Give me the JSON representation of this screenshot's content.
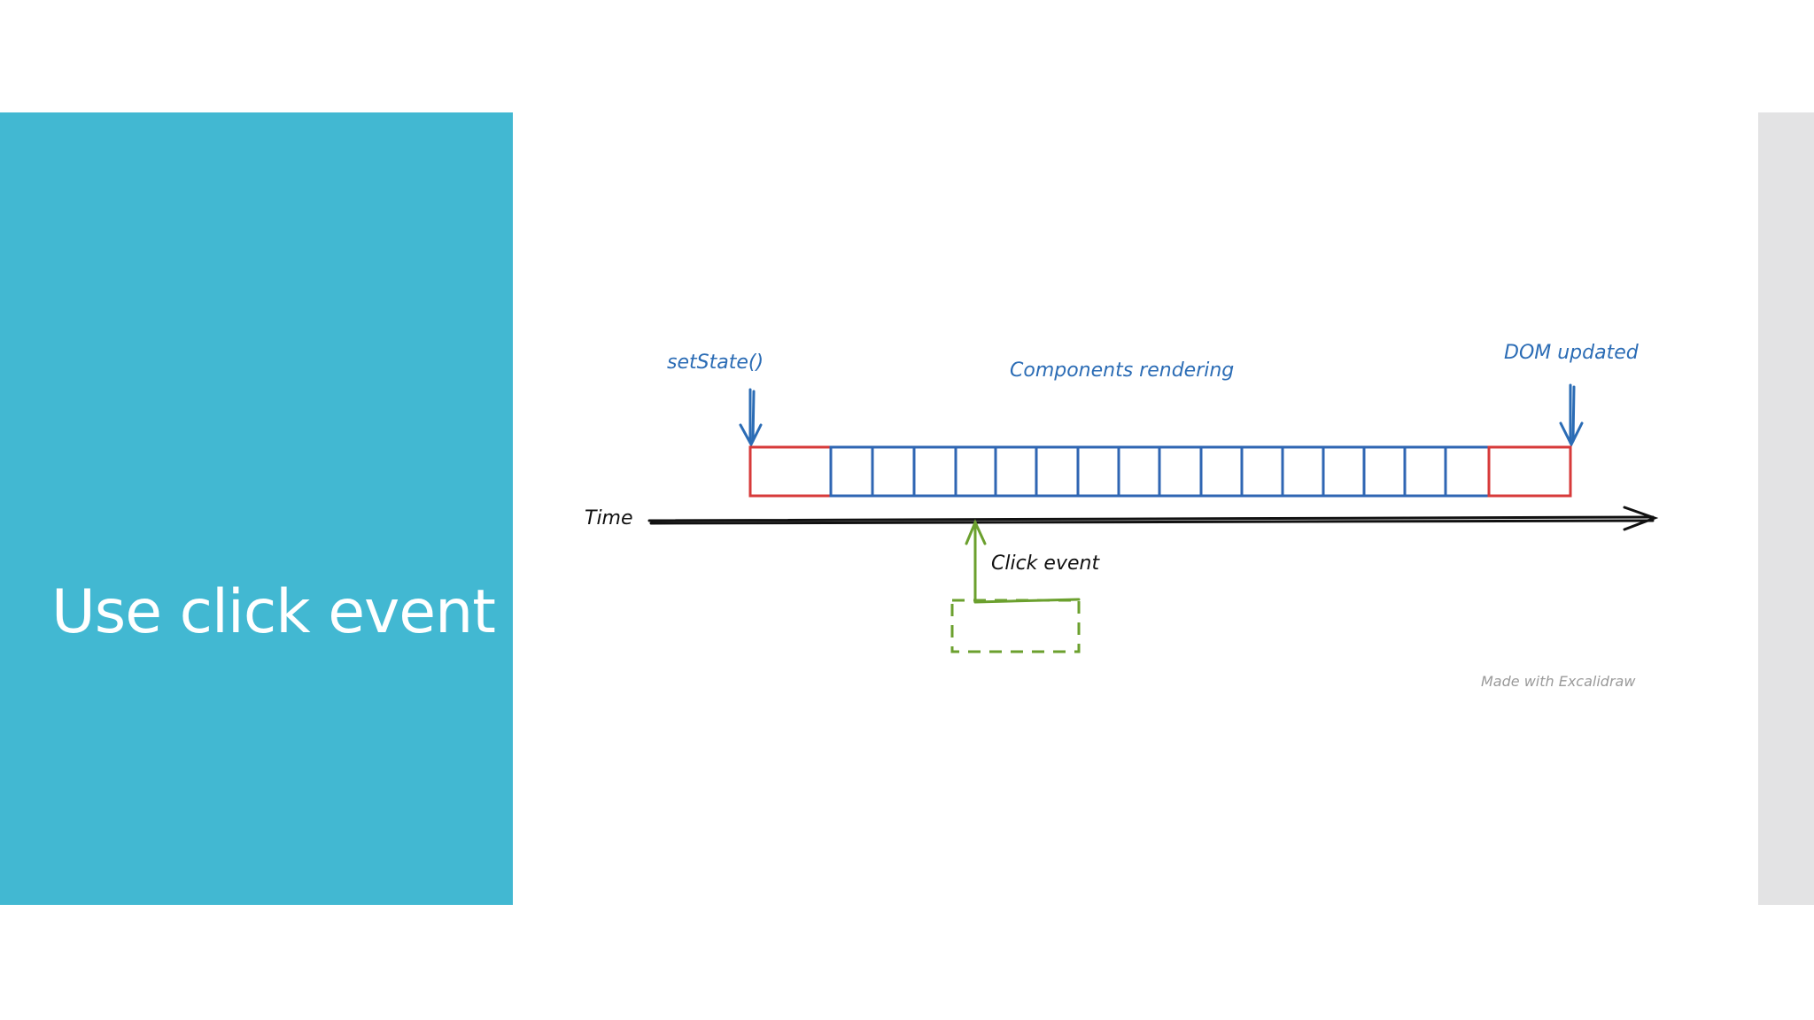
{
  "slide": {
    "title": "Use click event",
    "accent_color": "#42b8d2",
    "strip_color": "#e3e3e4"
  },
  "diagram": {
    "labels": {
      "set_state": "setState()",
      "components_rendering": "Components rendering",
      "dom_updated": "DOM updated",
      "time": "Time",
      "click_event": "Click event",
      "watermark": "Made with Excalidraw"
    },
    "colors": {
      "set_state_arrow": "#2b6cb5",
      "render_block_border": "#2f66b3",
      "boundary_block_border": "#d73a3a",
      "time_arrow": "#111111",
      "click_event": "#6ba02e",
      "watermark": "#9a9a9a"
    },
    "render_block_count": 16
  }
}
